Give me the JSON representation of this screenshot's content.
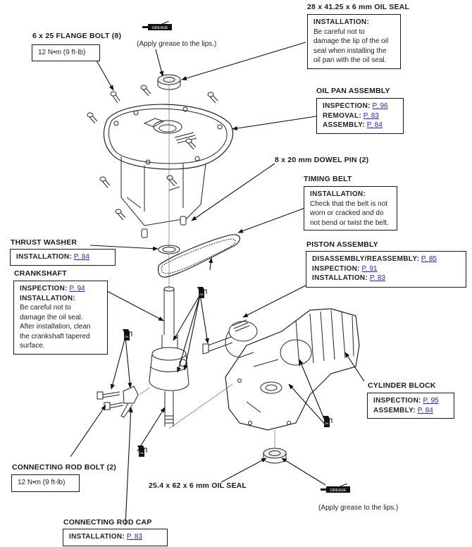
{
  "parts": {
    "oil_seal_top": {
      "title": "28 x 41.25 x 6 mm OIL SEAL",
      "heading": "INSTALLATION:",
      "lines": [
        "Be careful not to",
        "damage the lip of the oil",
        "seal when installing the",
        "oil pan with the oil seal."
      ]
    },
    "flange_bolt": {
      "title": "6 x 25 FLANGE BOLT (8)",
      "torque": "12 N•m (9 ft-lb)"
    },
    "grease_note_top": "(Apply grease to the lips.)",
    "oil_pan": {
      "title": "OIL PAN ASSEMBLY",
      "rows": [
        {
          "label": "INSPECTION:",
          "link": "P. 96"
        },
        {
          "label": "REMOVAL:",
          "link": "P. 83"
        },
        {
          "label": "ASSEMBLY:",
          "link": "P. 84"
        }
      ]
    },
    "dowel_pin": {
      "title": "8 x 20 mm DOWEL PIN (2)"
    },
    "timing_belt": {
      "title": "TIMING BELT",
      "heading": "INSTALLATION:",
      "lines": [
        "Check that the belt is not",
        "worn or cracked and do",
        "not bend or twist the belt."
      ]
    },
    "thrust_washer": {
      "title": "THRUST WASHER",
      "rows": [
        {
          "label": "INSTALLATION:",
          "link": "P. 84"
        }
      ]
    },
    "piston": {
      "title": "PISTON ASSEMBLY",
      "rows": [
        {
          "label": "DISASSEMBLY/REASSEMBLY:",
          "link": "P. 85"
        },
        {
          "label": "INSPECTION:",
          "link": "P. 91"
        },
        {
          "label": "INSTALLATION:",
          "link": "P. 83"
        }
      ]
    },
    "crankshaft": {
      "title": "CRANKSHAFT",
      "rows": [
        {
          "label": "INSPECTION:",
          "link": "P. 94"
        }
      ],
      "heading": "INSTALLATION:",
      "lines": [
        "Be careful not to",
        "damage the oil seal.",
        "After installation, clean",
        "the crankshaft tapered",
        "surface."
      ]
    },
    "cylinder_block": {
      "title": "CYLINDER BLOCK",
      "rows": [
        {
          "label": "INSPECTION:",
          "link": "P. 95"
        },
        {
          "label": "ASSEMBLY:",
          "link": "P. 84"
        }
      ]
    },
    "rod_bolt": {
      "title": "CONNECTING ROD BOLT (2)",
      "torque": "12 N•m (9 ft-lb)"
    },
    "oil_seal_bottom": {
      "title": "25.4 x 62 x 6 mm OIL SEAL"
    },
    "grease_note_bottom": "(Apply grease to the lips.)",
    "rod_cap": {
      "title": "CONNECTING ROD CAP",
      "rows": [
        {
          "label": "INSTALLATION:",
          "link": "P. 83"
        }
      ]
    }
  },
  "icons": {
    "grease_label": "GREASE",
    "oil_label": "OIL"
  },
  "colors": {
    "link": "#2222cc",
    "ink": "#1a1a1a"
  }
}
